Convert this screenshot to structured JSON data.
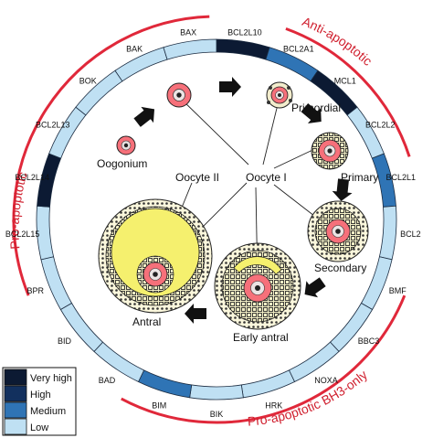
{
  "colors": {
    "very_high": "#0c1a33",
    "high": "#12305e",
    "medium": "#2f74b5",
    "low": "#bfe0f3",
    "arc": "#e0283a",
    "cell_pink": "#f6707a",
    "antrum_yellow": "#f5f06e"
  },
  "groups": {
    "anti_apoptotic": "Anti-apoptotic",
    "pro_apoptotic": "Pro-apoptotic",
    "bh3_only": "Pro-apoptotic BH3-only"
  },
  "ring_segments": [
    {
      "label": "BCL2L10",
      "level": "very_high"
    },
    {
      "label": "BCL2A1",
      "level": "medium"
    },
    {
      "label": "MCL1",
      "level": "very_high"
    },
    {
      "label": "BCL2L2",
      "level": "low"
    },
    {
      "label": "BCL2L1",
      "level": "medium"
    },
    {
      "label": "BCL2",
      "level": "low"
    },
    {
      "label": "BMF",
      "level": "low"
    },
    {
      "label": "BBC3",
      "level": "low"
    },
    {
      "label": "NOXA",
      "level": "low"
    },
    {
      "label": "HRK",
      "level": "low"
    },
    {
      "label": "BIK",
      "level": "low"
    },
    {
      "label": "BIM",
      "level": "medium"
    },
    {
      "label": "BAD",
      "level": "low"
    },
    {
      "label": "BID",
      "level": "low"
    },
    {
      "label": "BPR",
      "level": "low"
    },
    {
      "label": "BCL2L15",
      "level": "low"
    },
    {
      "label": "BCL2L14",
      "level": "very_high"
    },
    {
      "label": "BCL2L13",
      "level": "low"
    },
    {
      "label": "BOK",
      "level": "low"
    },
    {
      "label": "BAK",
      "level": "low"
    },
    {
      "label": "BAX",
      "level": "low"
    }
  ],
  "stages": {
    "oogonium": "Oogonium",
    "primordial": "Primordial",
    "primary": "Primary",
    "secondary": "Secondary",
    "early_antral": "Early antral",
    "antral": "Antral",
    "oocyte_1": "Oocyte I",
    "oocyte_2": "Oocyte II"
  },
  "legend": [
    {
      "label": "Very high",
      "level": "very_high"
    },
    {
      "label": "High",
      "level": "high"
    },
    {
      "label": "Medium",
      "level": "medium"
    },
    {
      "label": "Low",
      "level": "low"
    }
  ]
}
